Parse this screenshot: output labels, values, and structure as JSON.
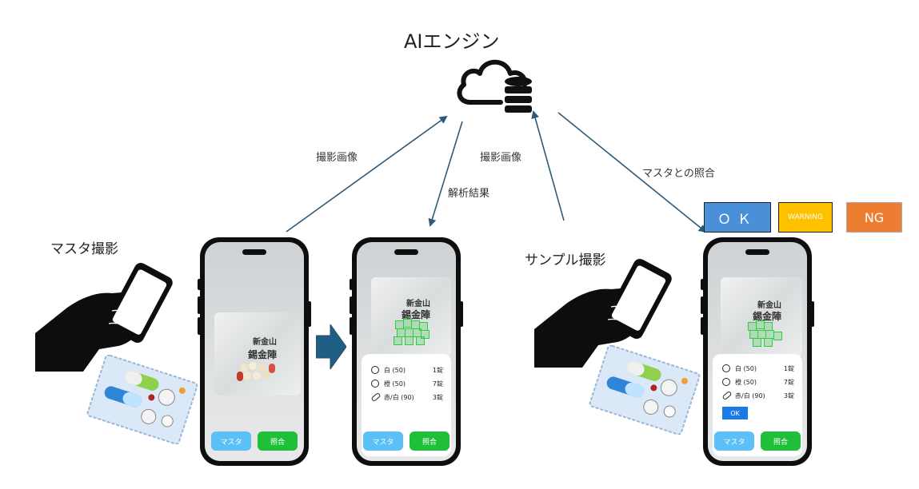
{
  "engine": {
    "title": "AIエンジン",
    "icon": "cloud-database-icon"
  },
  "flow_labels": {
    "master_upload": "撮影画像",
    "analysis_result": "解析結果",
    "sample_upload": "撮影画像",
    "master_compare": "マスタとの照合"
  },
  "actors": {
    "master_capture": "マスタ撮影",
    "sample_capture": "サンプル撮影"
  },
  "statuses": {
    "ok": "ＯＫ",
    "warning": "WARNING",
    "ng": "NG"
  },
  "colors": {
    "ok": "#4a90d9",
    "warning": "#ffc000",
    "ng": "#ed7d31",
    "arrow": "#2e5a7a",
    "master_button": "#5bc0f5",
    "check_button": "#1fbf3a"
  },
  "phones": {
    "bag_title": "新金山",
    "bag_subtitle": "錫金陣",
    "buttons": {
      "master": "マスタ",
      "check": "照合"
    },
    "result_rows": [
      {
        "icon": "circle-pill-icon",
        "name": "白 (50)",
        "count": "1錠"
      },
      {
        "icon": "circle-pill-icon",
        "name": "橙 (50)",
        "count": "7錠"
      },
      {
        "icon": "capsule-icon",
        "name": "赤/白 (90)",
        "count": "3錠"
      }
    ],
    "ok_button": "OK"
  }
}
